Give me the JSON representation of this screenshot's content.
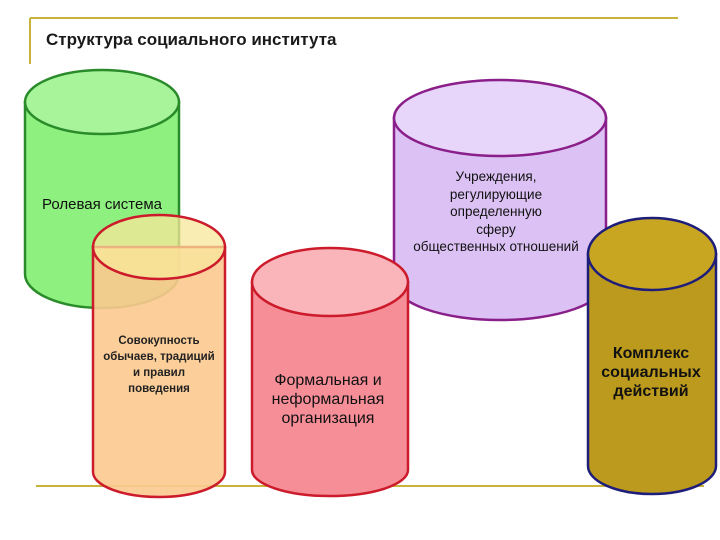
{
  "slide": {
    "title": "Структура социального  института"
  },
  "nodes": {
    "role_system": {
      "label": "Ролевая система",
      "color": "#8ef07e",
      "top_color": "#a8f49a"
    },
    "customs": {
      "lines": [
        "Совокупность",
        "обычаев, традиций",
        "и правил",
        "поведения"
      ],
      "color": "#fcc98f",
      "top_color": "#f8e79b"
    },
    "institutions": {
      "lines": [
        "Учреждения,",
        "регулирующие",
        "определенную",
        "сферу",
        "общественных отношений"
      ],
      "color": "#dcc2f4",
      "top_color": "#e8d6fa"
    },
    "formal_org": {
      "lines": [
        "Формальная и",
        "неформальная",
        "организация"
      ],
      "color": "#f68e98",
      "top_color": "#fab5bb"
    },
    "social_actions": {
      "lines": [
        "Комплекс",
        "социальных",
        "действий"
      ],
      "color": "#bb9a1e",
      "top_color": "#c9a622"
    }
  },
  "colors": {
    "frame_line": "#c8b43c",
    "green_stroke": "#2a8b2a",
    "purple_stroke": "#8a1f8a",
    "red_stroke": "#cc1b2b",
    "gold_stroke": "#1e1e7a"
  }
}
